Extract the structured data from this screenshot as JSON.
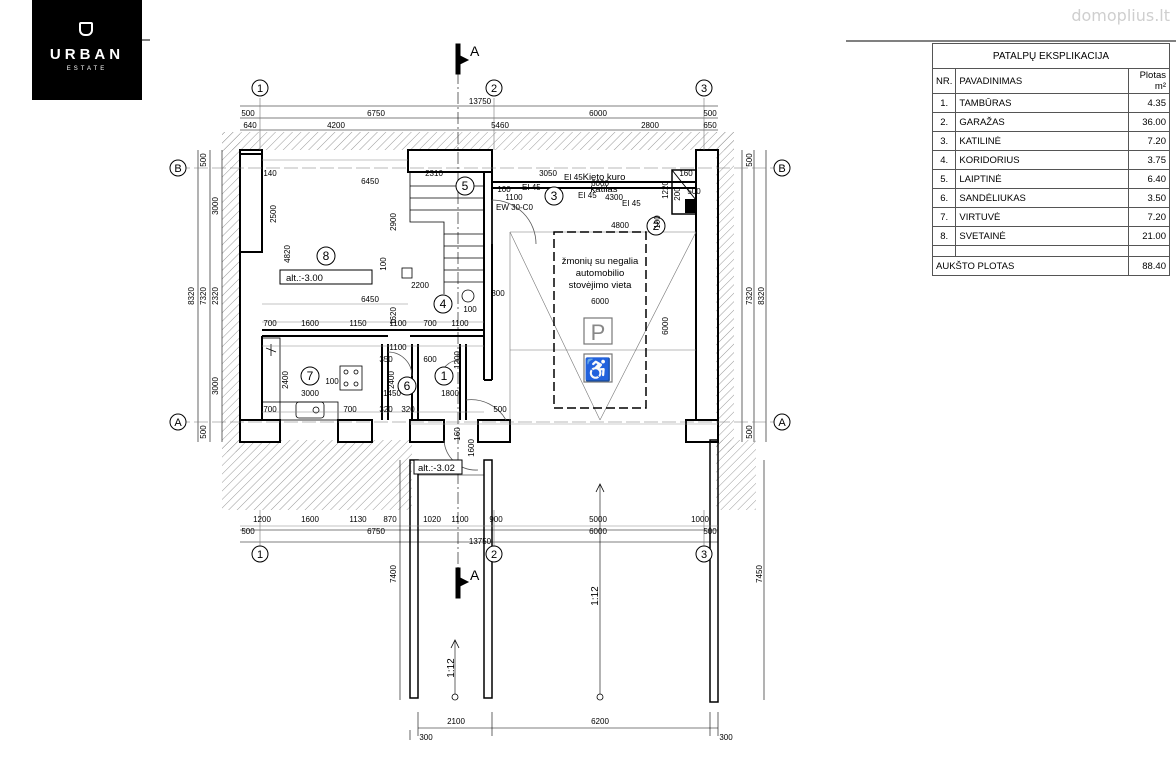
{
  "logo": {
    "brand": "URBAN",
    "sub": "ESTATE"
  },
  "watermark": "domoplius.lt",
  "table": {
    "title": "PATALPŲ EKSPLIKACIJA",
    "headers": [
      "NR.",
      "PAVADINIMAS",
      "Plotas m²"
    ],
    "rows": [
      {
        "nr": "1.",
        "name": "TAMBŪRAS",
        "area": "4.35"
      },
      {
        "nr": "2.",
        "name": "GARAŽAS",
        "area": "36.00"
      },
      {
        "nr": "3.",
        "name": "KATILINĖ",
        "area": "7.20"
      },
      {
        "nr": "4.",
        "name": "KORIDORIUS",
        "area": "3.75"
      },
      {
        "nr": "5.",
        "name": "LAIPTINĖ",
        "area": "6.40"
      },
      {
        "nr": "6.",
        "name": "SANDĖLIUKAS",
        "area": "3.50"
      },
      {
        "nr": "7.",
        "name": "VIRTUVĖ",
        "area": "7.20"
      },
      {
        "nr": "8.",
        "name": "SVETAINĖ",
        "area": "21.00"
      }
    ],
    "total_label": "AUKŠTO PLOTAS",
    "total_value": "88.40"
  },
  "plan": {
    "section_mark": "A",
    "axes": {
      "a1": "1",
      "a2": "2",
      "a3": "3",
      "b": "B",
      "a": "A"
    },
    "dims_top": {
      "total": "13750",
      "span1": "6750",
      "span2": "6000",
      "d500a": "500",
      "d500b": "500",
      "d640": "640",
      "d4200": "4200",
      "d5460": "5460",
      "d2800": "2800",
      "d650": "650"
    },
    "dims_bottom": {
      "d1200": "1200",
      "d1600": "1600",
      "d1130": "1130",
      "d870": "870",
      "d1020": "1020",
      "d1100": "1100",
      "d900": "900",
      "d5000": "5000",
      "d1000": "1000",
      "d500a": "500",
      "d500b": "500",
      "span1": "6750",
      "span2": "6000",
      "total": "13750",
      "d2100": "2100",
      "d6200": "6200",
      "d300a": "300",
      "d300b": "300"
    },
    "dims_left": {
      "d500a": "500",
      "d3000a": "3000",
      "d8320": "8320",
      "d7320": "7320",
      "d2320": "2320",
      "d3000b": "3000",
      "d500b": "500",
      "d7400": "7400"
    },
    "dims_right": {
      "d500a": "500",
      "d7320": "7320",
      "d8320": "8320",
      "d500b": "500",
      "d7450": "7450"
    },
    "rooms": {
      "r1": "1",
      "r2": "2",
      "r3": "3",
      "r4": "4",
      "r5": "5",
      "r6": "6",
      "r7": "7",
      "r8": "8"
    },
    "labels": {
      "alt1": "alt.:-3.00",
      "alt2": "alt.:-3.02",
      "boiler1": "Kieto kuro",
      "boiler2": "katilas",
      "parking1": "žmonių su negalia",
      "parking2": "automobilio",
      "parking3": "stovėjimo vieta",
      "parking_icon": "P",
      "accessible_icon": "♿",
      "slope": "1:12",
      "ei45a": "EI 45",
      "ei45b": "EI 45",
      "ei45c": "EI 45",
      "ei45d": "EI 45",
      "ew30": "EW 30-C0"
    },
    "inner_dims": {
      "d140": "140",
      "d6450a": "6450",
      "d6450b": "6450",
      "d2310": "2310",
      "d2500": "2500",
      "d2900": "2900",
      "d4820": "4820",
      "d2200": "2200",
      "d1620": "1620",
      "d300": "300",
      "d100a": "100",
      "d100b": "100",
      "d100c": "100",
      "d100d": "100",
      "d1100a": "1100",
      "d3050": "3050",
      "d6000a": "6000",
      "d4300": "4300",
      "d1220": "1220",
      "d160": "160",
      "d200": "200",
      "d500c": "500",
      "d4800": "4800",
      "d6000b": "6000",
      "d6000c": "6000",
      "d700a": "700",
      "d1600": "1600",
      "d1150": "1150",
      "d1100b": "1100",
      "d700b": "700",
      "d1100c": "1100",
      "d1100d": "1100",
      "d350": "350",
      "d600": "600",
      "d1200": "1200",
      "d2400a": "2400",
      "d2400b": "2400",
      "d3000": "3000",
      "d100e": "100",
      "d1450": "1450",
      "d1800": "1800",
      "d700c": "700",
      "d700d": "700",
      "d320a": "320",
      "d320b": "320",
      "d500d": "500",
      "d160b": "160",
      "d1600b": "1600"
    }
  },
  "colors": {
    "line": "#000000",
    "hatch": "#9a9a9a",
    "thin": "#555555"
  }
}
